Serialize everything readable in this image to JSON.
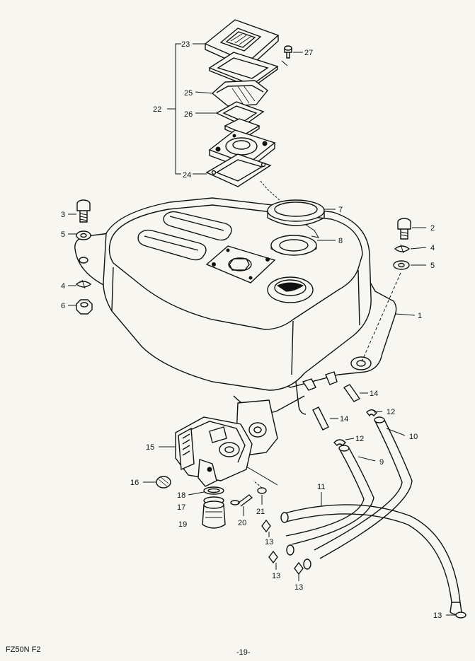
{
  "footer": {
    "model_code": "FZ50N F2",
    "page_number": "-19-"
  },
  "callouts": [
    {
      "id": "c1",
      "label": "1"
    },
    {
      "id": "c2",
      "label": "2"
    },
    {
      "id": "c3",
      "label": "3"
    },
    {
      "id": "c4l",
      "label": "4"
    },
    {
      "id": "c4r",
      "label": "4"
    },
    {
      "id": "c5l",
      "label": "5"
    },
    {
      "id": "c5r",
      "label": "5"
    },
    {
      "id": "c6",
      "label": "6"
    },
    {
      "id": "c7",
      "label": "7"
    },
    {
      "id": "c8",
      "label": "8"
    },
    {
      "id": "c9",
      "label": "9"
    },
    {
      "id": "c10",
      "label": "10"
    },
    {
      "id": "c11",
      "label": "11"
    },
    {
      "id": "c12a",
      "label": "12"
    },
    {
      "id": "c12b",
      "label": "12"
    },
    {
      "id": "c13a",
      "label": "13"
    },
    {
      "id": "c13b",
      "label": "13"
    },
    {
      "id": "c13c",
      "label": "13"
    },
    {
      "id": "c13d",
      "label": "13"
    },
    {
      "id": "c14a",
      "label": "14"
    },
    {
      "id": "c14b",
      "label": "14"
    },
    {
      "id": "c15",
      "label": "15"
    },
    {
      "id": "c16",
      "label": "16"
    },
    {
      "id": "c17",
      "label": "17"
    },
    {
      "id": "c18",
      "label": "18"
    },
    {
      "id": "c19",
      "label": "19"
    },
    {
      "id": "c20",
      "label": "20"
    },
    {
      "id": "c21",
      "label": "21"
    },
    {
      "id": "c22",
      "label": "22"
    },
    {
      "id": "c23",
      "label": "23"
    },
    {
      "id": "c24",
      "label": "24"
    },
    {
      "id": "c25",
      "label": "25"
    },
    {
      "id": "c26",
      "label": "26"
    },
    {
      "id": "c27",
      "label": "27"
    }
  ]
}
